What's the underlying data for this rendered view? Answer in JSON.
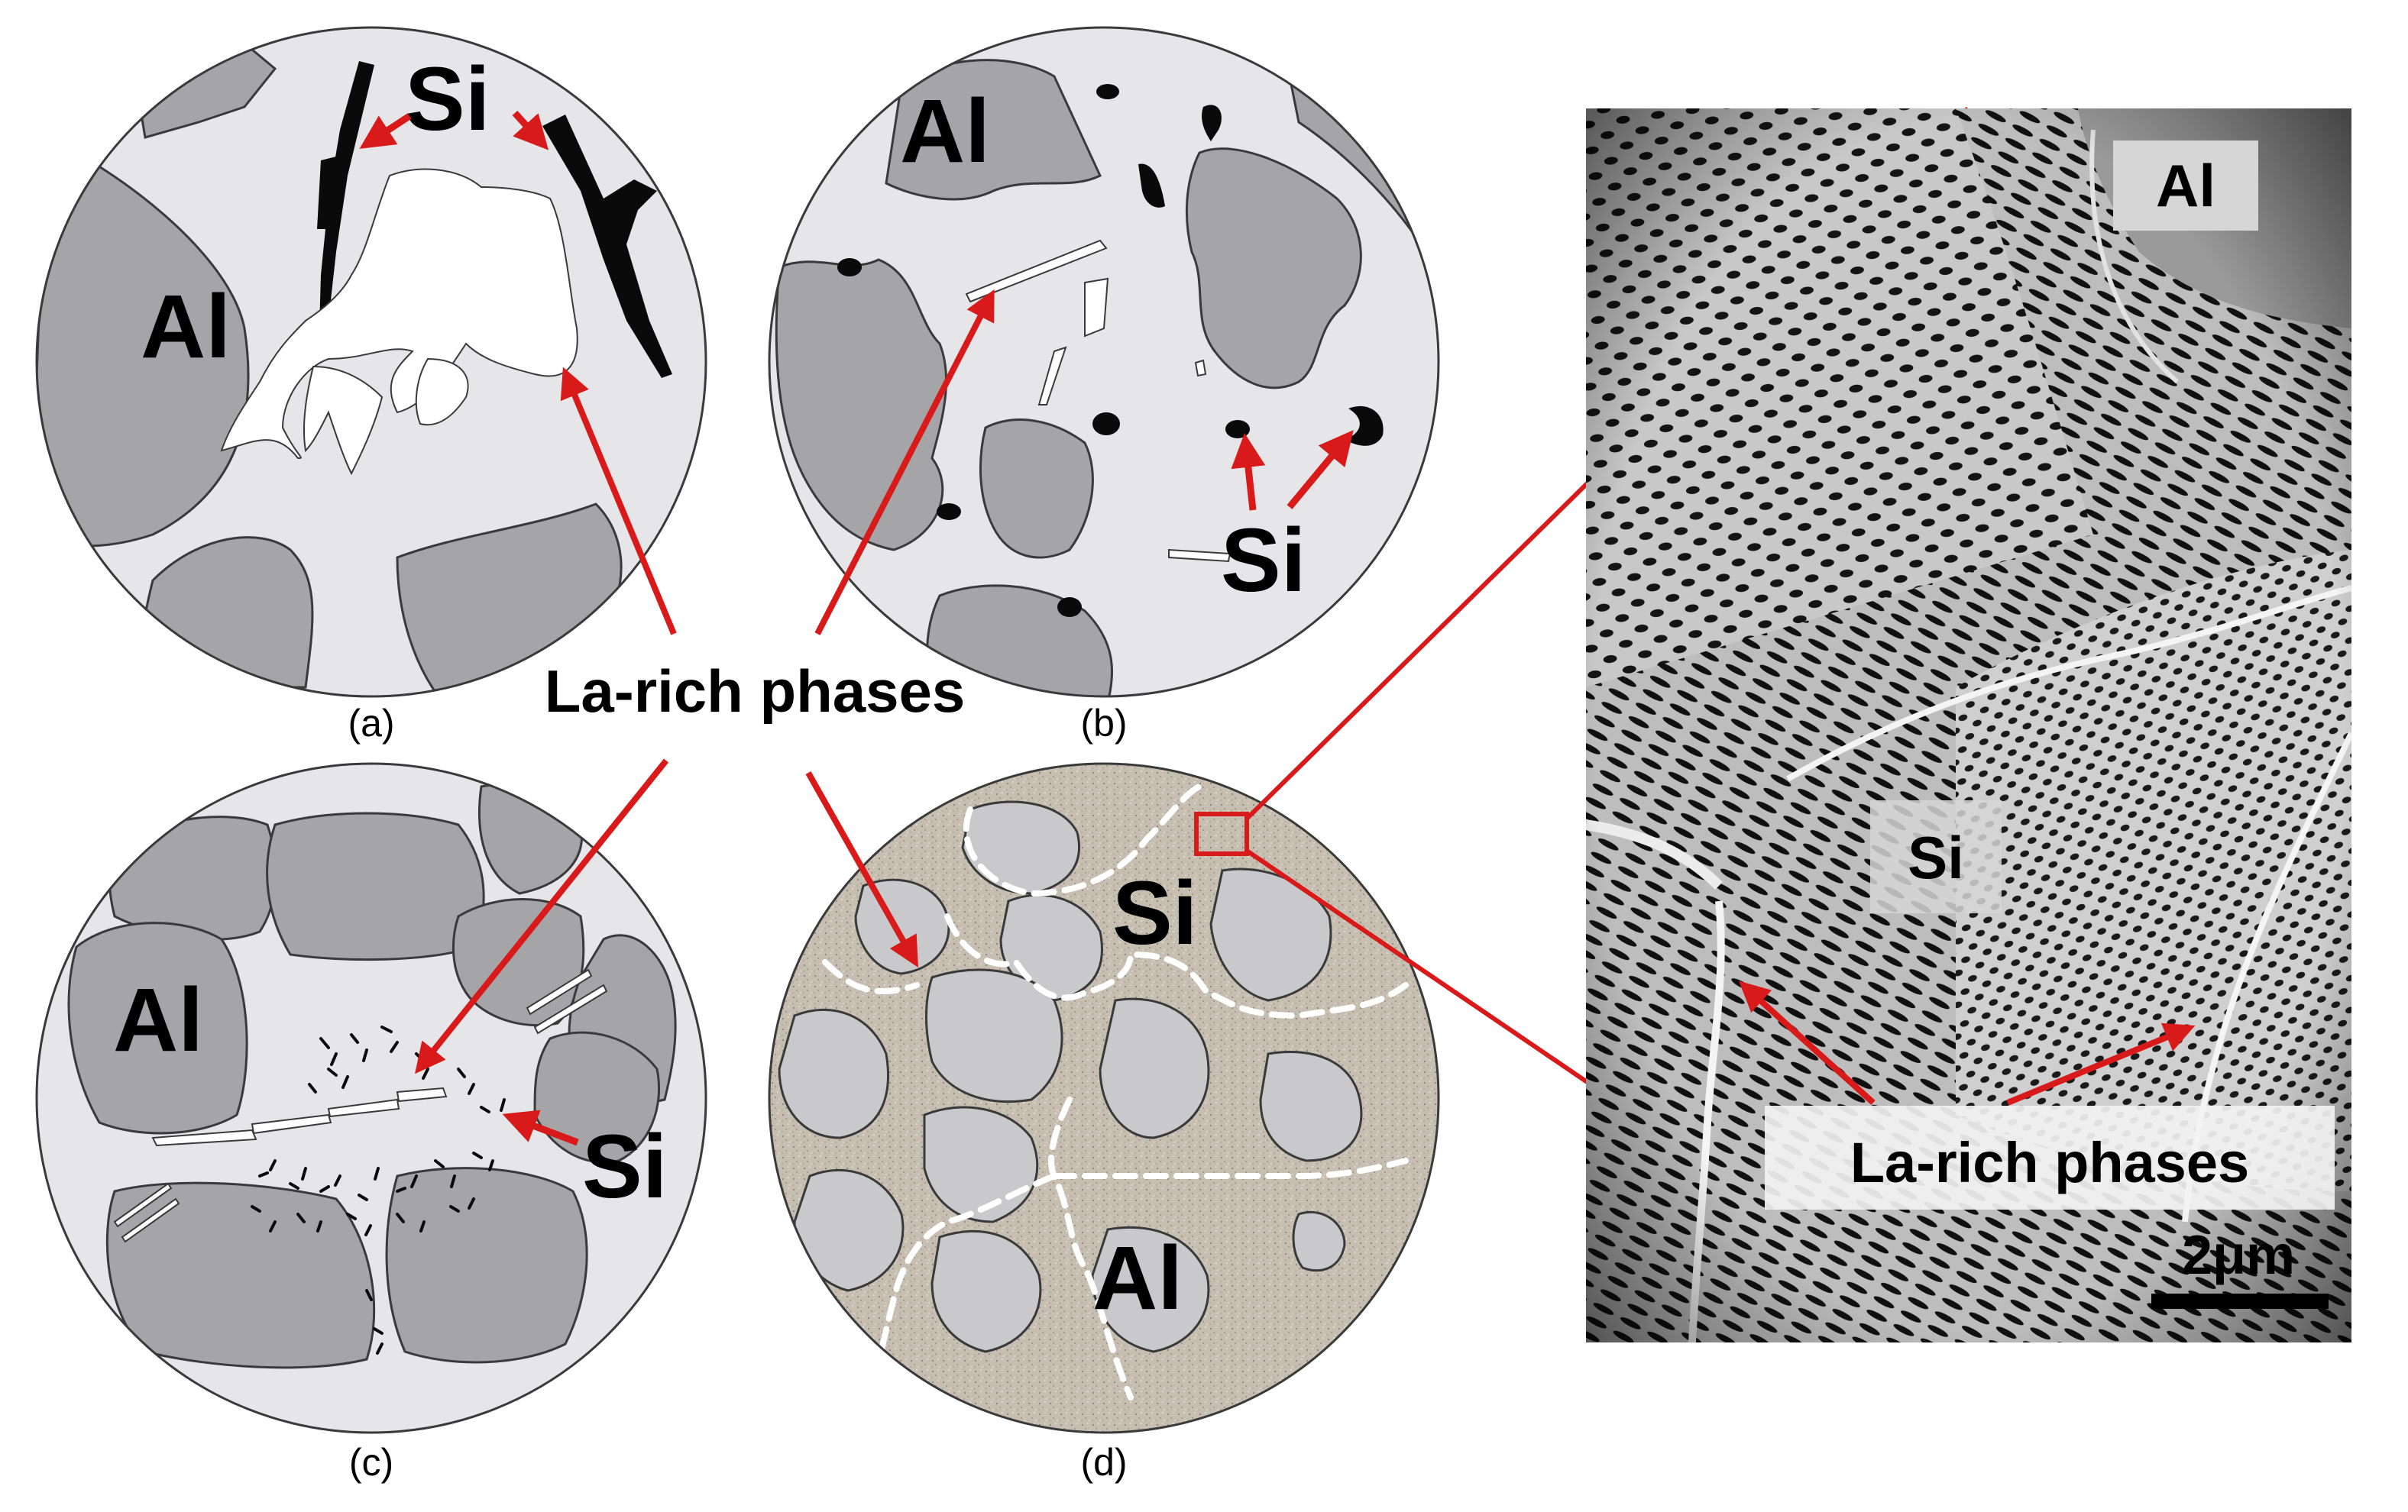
{
  "panels": {
    "a": {
      "caption": "(a)",
      "labels": {
        "al": "Al",
        "si": "Si"
      }
    },
    "b": {
      "caption": "(b)",
      "labels": {
        "al": "Al",
        "si": "Si"
      }
    },
    "c": {
      "caption": "(c)",
      "labels": {
        "al": "Al",
        "si": "Si"
      }
    },
    "d": {
      "caption": "(d)",
      "labels": {
        "al": "Al",
        "si": "Si"
      }
    }
  },
  "callout": {
    "la_rich": "La-rich phases"
  },
  "micrograph": {
    "labels": {
      "al": "Al",
      "si": "Si",
      "la_rich": "La-rich phases"
    },
    "scale_bar": "2μm"
  },
  "colors": {
    "matrix": "#e6e6e8",
    "al_grain": "#a5a5a7",
    "si_phase": "#0a0a0a",
    "la_rich_phase": "#ffffff",
    "eutectic_texture": "#c6beb1",
    "arrow": "#d81a1a",
    "outline": "#3a3a3a"
  }
}
